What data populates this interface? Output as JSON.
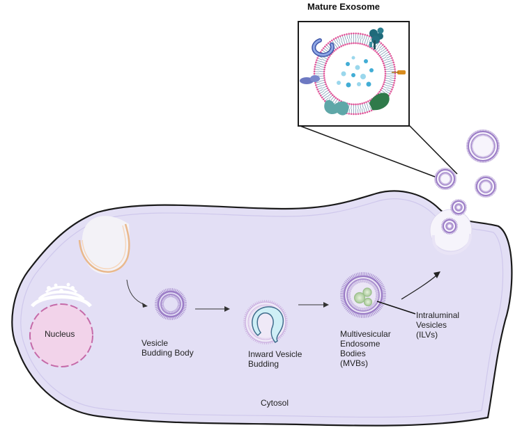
{
  "title": "Mature Exosome",
  "labels": {
    "nucleus": "Nucleus",
    "vesicle_budding_line1": "Vesicle",
    "vesicle_budding_line2": "Budding Body",
    "inward_line1": "Inward Vesicle",
    "inward_line2": "Budding",
    "mvb_line1": "Multivesicular",
    "mvb_line2": "Endosome",
    "mvb_line3": "Bodies",
    "mvb_line4": "(MVBs)",
    "ilv_line1": "Intraluminal",
    "ilv_line2": "Vesicles",
    "ilv_line3": "(ILVs)",
    "cytosol": "Cytosol"
  },
  "colors": {
    "cell_fill": "#e3dff5",
    "cell_outline": "#1a1a1a",
    "membrane": "#9b7cc6",
    "nucleus_fill": "#f2d3ea",
    "nucleus_border": "#c56aa8",
    "exosome_lipid": "#e0579a",
    "exosome_tail": "#7a9bb5"
  }
}
